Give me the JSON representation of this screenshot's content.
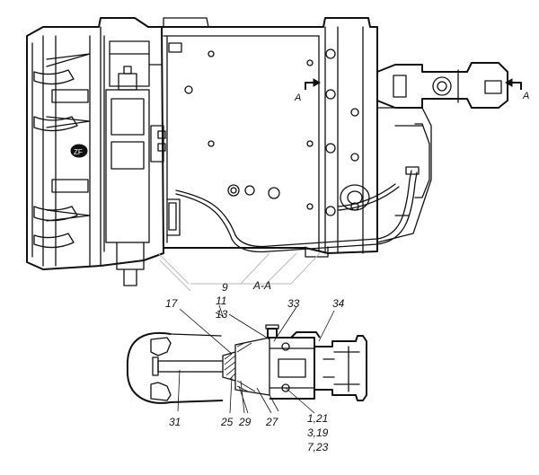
{
  "section_title": "А-А",
  "section_mark_left": "А",
  "section_mark_right": "А",
  "callouts": [
    {
      "id": "c9",
      "text": "9"
    },
    {
      "id": "c11",
      "text": "11"
    },
    {
      "id": "c13",
      "text": "13"
    },
    {
      "id": "c17",
      "text": "17"
    },
    {
      "id": "c33",
      "text": "33"
    },
    {
      "id": "c34",
      "text": "34"
    },
    {
      "id": "c31",
      "text": "31"
    },
    {
      "id": "c25",
      "text": "25"
    },
    {
      "id": "c29",
      "text": "29"
    },
    {
      "id": "c27",
      "text": "27"
    },
    {
      "id": "c121",
      "text": "1,21"
    },
    {
      "id": "c319",
      "text": "3,19"
    },
    {
      "id": "c723",
      "text": "7,23"
    }
  ]
}
